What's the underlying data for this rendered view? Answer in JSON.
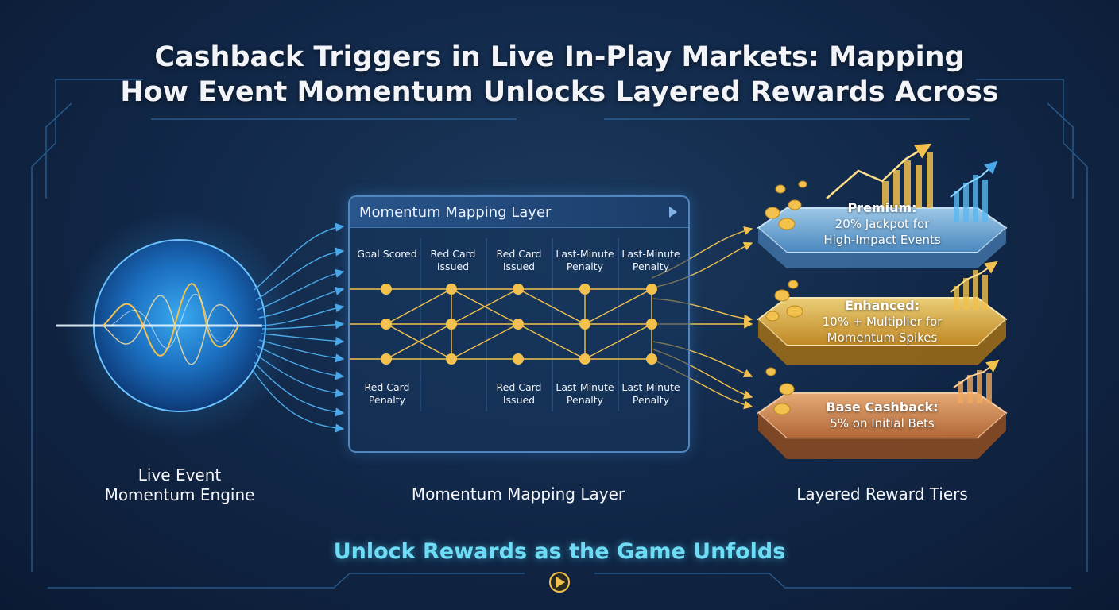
{
  "title": {
    "line1": "Cashback Triggers in Live In-Play Markets: Mapping",
    "line2": "How Event Momentum Unlocks Layered Rewards Across"
  },
  "panel": {
    "title": "Momentum Mapping Layer",
    "top_events": [
      "Goal Scored",
      "Red Card Issued",
      "Red Card Issued",
      "Last-Minute Penalty",
      "Last-Minute Penalty"
    ],
    "bottom_events": [
      "Red Card Penalty",
      "",
      "Red Card Issued",
      "Last-Minute Penalty",
      "Last-Minute Penalty"
    ]
  },
  "columns": {
    "left": [
      "Live Event",
      "Momentum Engine"
    ],
    "middle": "Momentum Mapping Layer",
    "right": "Layered Reward Tiers"
  },
  "tiers": [
    {
      "name": "Premium:",
      "desc_line1": "20% Jackpot for",
      "desc_line2": "High-Impact Events",
      "color": "#7fb8ea"
    },
    {
      "name": "Enhanced:",
      "desc_line1": "10% + Multiplier for",
      "desc_line2": "Momentum Spikes",
      "color": "#e8b545"
    },
    {
      "name": "Base Cashback:",
      "desc_line1": "5% on Initial Bets",
      "desc_line2": "",
      "color": "#e39a55"
    }
  ],
  "footer": "Unlock Rewards as the Game Unfolds",
  "icons": {
    "engine": "waveform-orb-icon",
    "panel_play": "play-icon",
    "footer_play": "play-circle-icon",
    "coins": "gold-coin-icon",
    "growth": "bar-chart-arrow-icon"
  },
  "colors": {
    "node": "#f2c14e",
    "arrow_blue": "#4aa8e8",
    "footer": "#6fdcf5"
  }
}
